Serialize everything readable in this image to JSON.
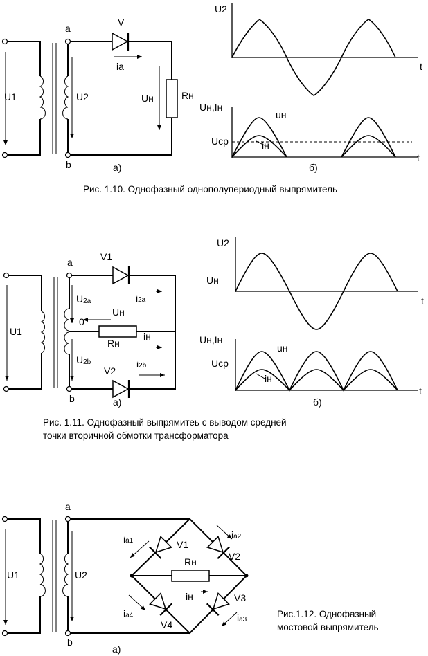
{
  "fig110": {
    "terminal_a": "a",
    "terminal_b": "b",
    "u1": "U1",
    "u2": "U2",
    "diode": "V",
    "current": "ia",
    "load_voltage": "Uн",
    "resistor": "Rн",
    "part_a": "а)",
    "part_b": "б)",
    "plot_top_label": "U2",
    "plot_top_axis": "t",
    "plot_bottom_label": "Uн,Iн",
    "curve_u": "uн",
    "curve_i": "iн",
    "avg_label": "Ucp",
    "plot_bottom_axis": "t",
    "caption": "Рис. 1.10. Однофазный однополупериодный выпрямитель"
  },
  "fig111": {
    "terminal_a": "a",
    "terminal_b": "b",
    "terminal_0": "0",
    "u1": "U1",
    "u2a_main": "U",
    "u2a_sub": "2a",
    "u2b_main": "U",
    "u2b_sub": "2b",
    "diode1": "V1",
    "diode2": "V2",
    "i2a_main": "i",
    "i2a_sub": "2a",
    "i2b_main": "i",
    "i2b_sub": "2b",
    "load_voltage": "Uн",
    "resistor": "Rн",
    "load_current": "iн",
    "part_a": "а)",
    "part_b": "б)",
    "plot_top_label": "U2",
    "plot_top_label2": "Uн",
    "plot_top_axis": "t",
    "plot_bottom_label": "Uн,Iн",
    "curve_u": "uн",
    "curve_i": "iн",
    "avg_label": "Ucp",
    "plot_bottom_axis": "t",
    "caption_line1": "Рис. 1.11. Однофазный выпрямитеь с выводом средней",
    "caption_line2": "точки вторичной обмотки трансформатора"
  },
  "fig112": {
    "terminal_a": "a",
    "terminal_b": "b",
    "u1": "U1",
    "u2": "U2",
    "d1": "V1",
    "d2": "V2",
    "d3": "V3",
    "d4": "V4",
    "ia1_main": "i",
    "ia1_sub": "a1",
    "ia2_main": "i",
    "ia2_sub": "a2",
    "ia3_main": "i",
    "ia3_sub": "a3",
    "ia4_main": "i",
    "ia4_sub": "a4",
    "resistor": "Rн",
    "load_current": "iн",
    "part_a": "а)",
    "caption_line1": "Рис.1.12. Однофазный",
    "caption_line2": "мостовой выпрямитель"
  }
}
